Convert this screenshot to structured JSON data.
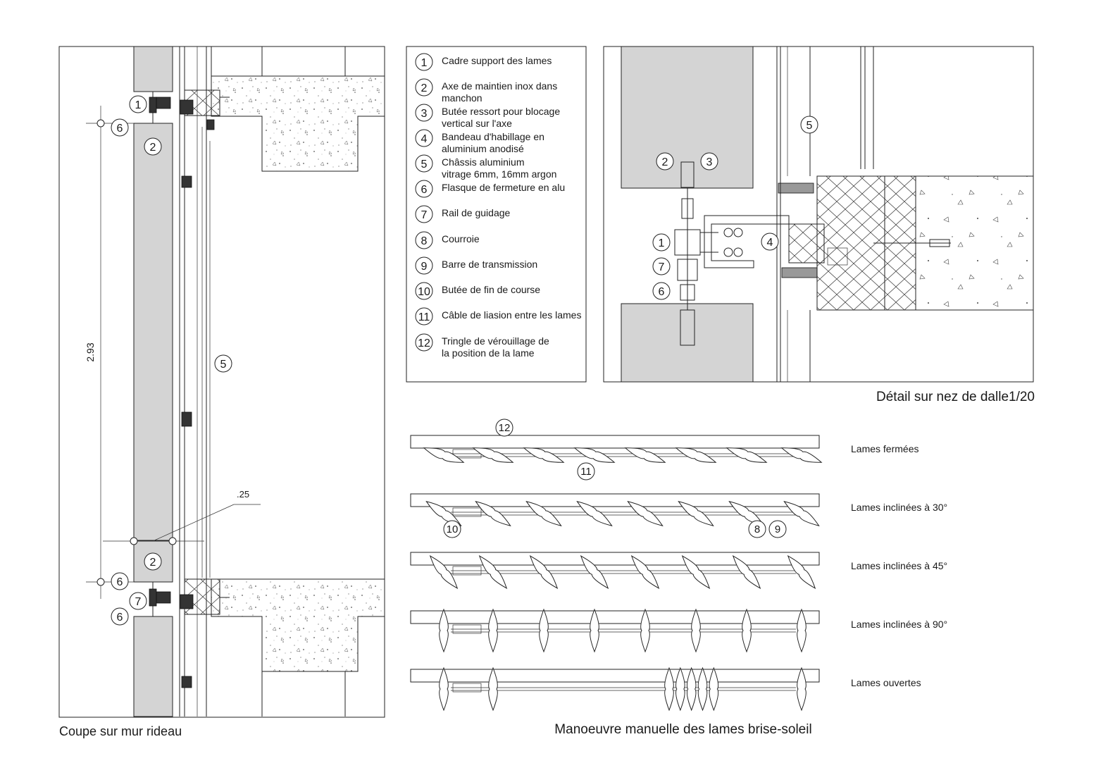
{
  "section": {
    "caption": "Coupe sur mur rideau",
    "dimension_height": "2.93",
    "dimension_gap": ".25",
    "callouts": [
      "1",
      "6",
      "2",
      "5",
      "2",
      "6",
      "7",
      "6"
    ]
  },
  "legend": {
    "items": [
      {
        "num": "1",
        "lines": [
          "Cadre support des lames"
        ]
      },
      {
        "num": "2",
        "lines": [
          "Axe de maintien inox dans",
          "manchon"
        ]
      },
      {
        "num": "3",
        "lines": [
          "Butée ressort pour blocage",
          "vertical sur l'axe"
        ]
      },
      {
        "num": "4",
        "lines": [
          "Bandeau d'habillage en",
          "aluminium anodisé"
        ]
      },
      {
        "num": "5",
        "lines": [
          "Châssis aluminium",
          "vitrage 6mm, 16mm argon"
        ]
      },
      {
        "num": "6",
        "lines": [
          "Flasque de fermeture en alu"
        ]
      },
      {
        "num": "7",
        "lines": [
          "Rail de guidage"
        ]
      },
      {
        "num": "8",
        "lines": [
          "Courroie"
        ]
      },
      {
        "num": "9",
        "lines": [
          "Barre de transmission"
        ]
      },
      {
        "num": "10",
        "lines": [
          "Butée de fin de course"
        ]
      },
      {
        "num": "11",
        "lines": [
          "Câble de liasion entre les lames"
        ]
      },
      {
        "num": "12",
        "lines": [
          "Tringle de vérouillage de",
          "la position de la lame"
        ]
      }
    ]
  },
  "detail": {
    "caption": "Détail sur nez de dalle1/20",
    "callouts": [
      "5",
      "2",
      "3",
      "1",
      "4",
      "7",
      "6"
    ]
  },
  "manoeuvre": {
    "caption": "Manoeuvre manuelle des lames brise-soleil",
    "rows": [
      {
        "label": "Lames fermées",
        "angle": 0
      },
      {
        "label": "Lames inclinées à 30°",
        "angle": 30
      },
      {
        "label": "Lames inclinées à 45°",
        "angle": 45
      },
      {
        "label": "Lames inclinées à 90°",
        "angle": 90
      },
      {
        "label": "Lames ouvertes",
        "angle": 180
      }
    ],
    "callouts": [
      "12",
      "11",
      "10",
      "8",
      "9"
    ]
  }
}
